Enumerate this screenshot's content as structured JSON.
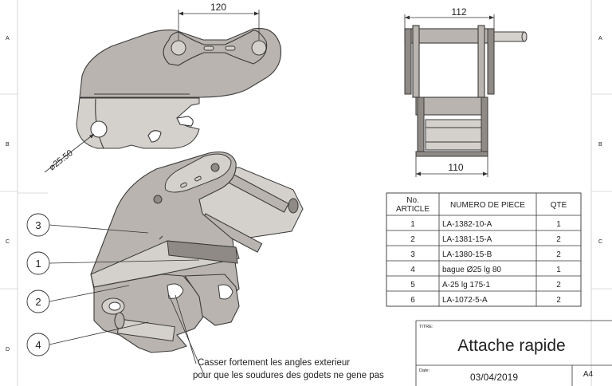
{
  "sheet": {
    "row_letters": [
      "A",
      "B",
      "C",
      "D"
    ],
    "size": "A4"
  },
  "dimensions": {
    "top_left": "120",
    "top_right": "112",
    "bottom_right": "110",
    "diameter": "⌀25.50"
  },
  "callouts": [
    "3",
    "1",
    "2",
    "4"
  ],
  "note": {
    "line1": "Casser fortement les angles exterieur",
    "line2": "pour que les soudures des godets  ne gene pas"
  },
  "bom": {
    "headers": {
      "article_line1": "No.",
      "article_line2": "ARTICLE",
      "part": "NUMERO DE PIECE",
      "qty": "QTE"
    },
    "rows": [
      {
        "no": "1",
        "part": "LA-1382-10-A",
        "qty": "1"
      },
      {
        "no": "2",
        "part": "LA-1381-15-A",
        "qty": "2"
      },
      {
        "no": "3",
        "part": "LA-1380-15-B",
        "qty": "2"
      },
      {
        "no": "4",
        "part": "bague Ø25 lg 80",
        "qty": "1"
      },
      {
        "no": "5",
        "part": "A-25 lg 175-1",
        "qty": "2"
      },
      {
        "no": "6",
        "part": "LA-1072-5-A",
        "qty": "2"
      }
    ]
  },
  "title_block": {
    "title_label": "TITRE:",
    "title": "Attache rapide",
    "date_label": "Date:",
    "date": "03/04/2019",
    "size": "A4"
  }
}
